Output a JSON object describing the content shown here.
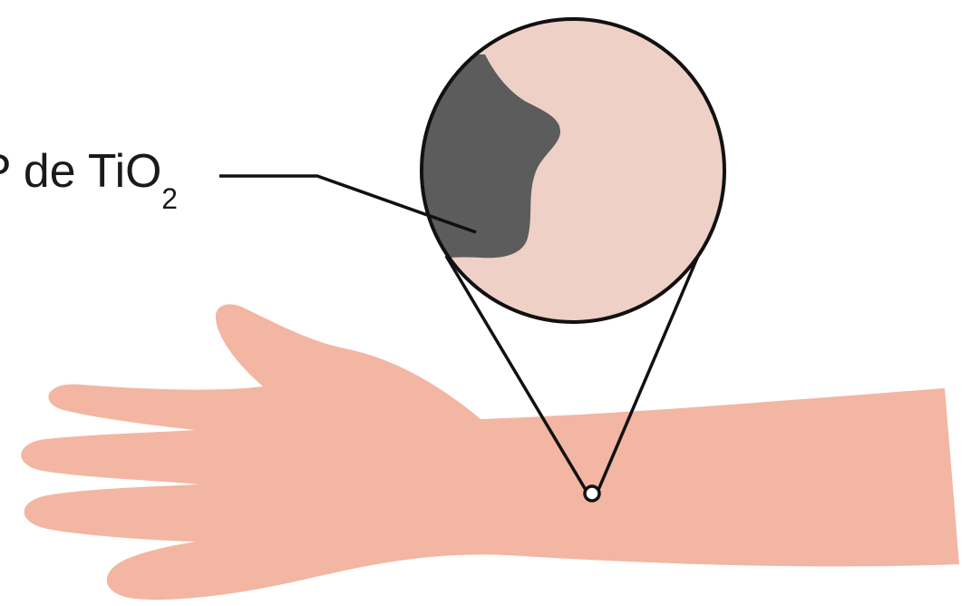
{
  "label": {
    "text": "P de TiO",
    "subscript": "2"
  },
  "colors": {
    "background": "#ffffff",
    "skin": "#f2b6a3",
    "zoom_circle_fill": "#efd0c6",
    "particle": "#5c5c5c",
    "outline": "#111111"
  },
  "icons": [
    "arm-illustration",
    "magnifier-circle",
    "tio2-nanoparticle"
  ]
}
